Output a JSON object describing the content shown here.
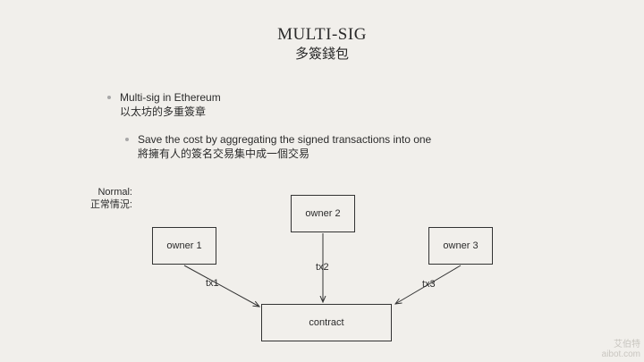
{
  "slide": {
    "title": "MULTI-SIG",
    "subtitle": "多簽錢包"
  },
  "bullets": [
    {
      "line1": "Multi-sig in Ethereum",
      "line2": "以太坊的多重簽章"
    },
    {
      "line1": "Save the cost by aggregating the signed transactions into one",
      "line2": "將擁有人的簽名交易集中成一個交易"
    }
  ],
  "diagram": {
    "normal_label": "Normal:",
    "normal_label_zh": "正常情況:",
    "nodes": {
      "owner1": "owner 1",
      "owner2": "owner 2",
      "owner3": "owner 3",
      "contract": "contract"
    },
    "edges": {
      "tx1": "tx1",
      "tx2": "tx2",
      "tx3": "tx3"
    }
  },
  "watermark": {
    "line1": "艾伯特",
    "line2": "aibot.com"
  },
  "colors": {
    "background": "#f1efeb",
    "stroke": "#333333",
    "text": "#2b2b2b",
    "bullet_dot": "#a8a8a8"
  }
}
